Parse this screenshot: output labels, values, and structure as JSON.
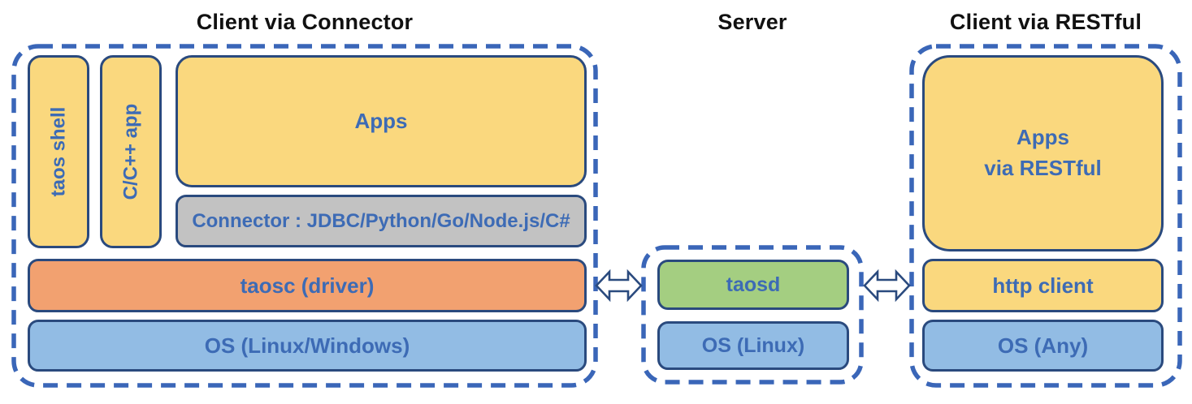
{
  "colors": {
    "dashed_border_blue": "#3A66B8",
    "box_border_navy": "#2A4A7E",
    "label_blue": "#3D6BB5",
    "title_black": "#111111",
    "yellow_fill": "#FAD87E",
    "orange_fill": "#F2A170",
    "blue_fill": "#92BCE4",
    "green_fill": "#A4CE81",
    "gray_fill": "#C2C2C2",
    "arrow_fill": "#FFFFFF"
  },
  "icons": {
    "client_server_link": "double-headed-arrow",
    "server_rest_link": "double-headed-arrow"
  },
  "sections": {
    "client_connector": {
      "title": "Client via Connector",
      "taos_shell": "taos shell",
      "cpp_app": "C/C++ app",
      "apps": "Apps",
      "connector": "Connector : JDBC/Python/Go/Node.js/C#",
      "taosc": "taosc (driver)",
      "os": "OS (Linux/Windows)"
    },
    "server": {
      "title": "Server",
      "taosd": "taosd",
      "os": "OS (Linux)"
    },
    "client_restful": {
      "title": "Client via RESTful",
      "apps_line1": "Apps",
      "apps_line2": "via RESTful",
      "http_client": "http client",
      "os": "OS (Any)"
    }
  }
}
